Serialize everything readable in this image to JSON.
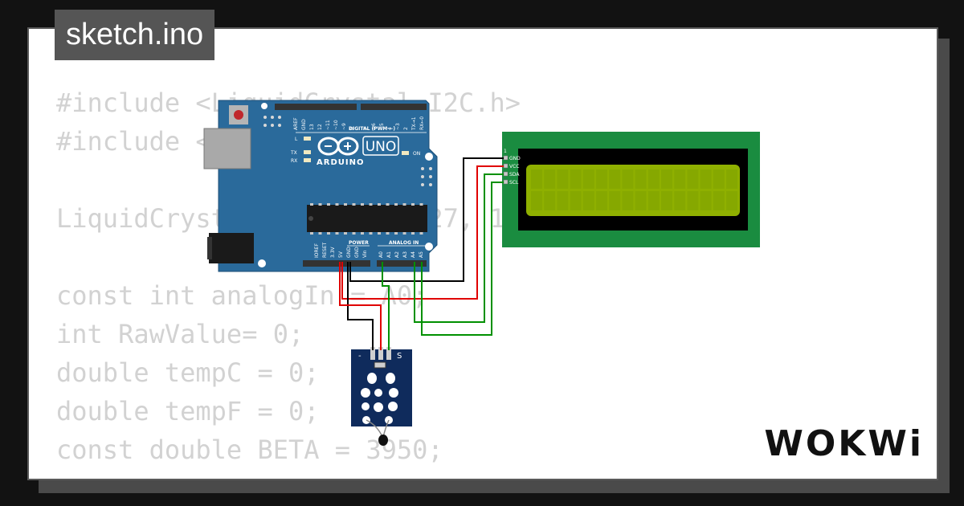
{
  "tab": {
    "filename": "sketch.ino"
  },
  "code": {
    "lines": [
      "#include <LiquidCrystal_I2C.h>",
      "#include <Wire.h>",
      "",
      "LiquidCrystal_I2C lcd(0x27, 16, 2);",
      "",
      "const int analogIn = A0;",
      "int RawValue= 0;",
      "double tempC = 0;",
      "double tempF = 0;",
      "const double BETA = 3950;"
    ]
  },
  "arduino": {
    "brand": "ARDUINO",
    "model": "UNO",
    "digital_label": "DIGITAL (PWM ~)",
    "power_label": "POWER",
    "analog_label": "ANALOG IN",
    "digital_pins": [
      "AREF",
      "GND",
      "13",
      "12",
      "~11",
      "~10",
      "~9",
      "8",
      "7",
      "~6",
      "~5",
      "4",
      "~3",
      "2",
      "TX→1",
      "RX←0"
    ],
    "power_pins": [
      "IOREF",
      "RESET",
      "3.3V",
      "5V",
      "GND",
      "GND",
      "Vin"
    ],
    "analog_pins": [
      "A0",
      "A1",
      "A2",
      "A3",
      "A4",
      "A5"
    ],
    "led_labels": [
      "L",
      "TX",
      "RX",
      "ON"
    ]
  },
  "lcd": {
    "pin_labels": [
      "GND",
      "VCC",
      "SDA",
      "SCL"
    ],
    "pin_number": "1",
    "screen_color": "#8fb000",
    "board_color": "#1a8c40"
  },
  "sensor": {
    "pin_labels": [
      "-",
      "S"
    ],
    "board_color": "#0f2b5c"
  },
  "wires": {
    "gnd": "#000000",
    "vcc": "#e00000",
    "signal": "#009000"
  },
  "brand": {
    "logo": "WOKWi"
  }
}
